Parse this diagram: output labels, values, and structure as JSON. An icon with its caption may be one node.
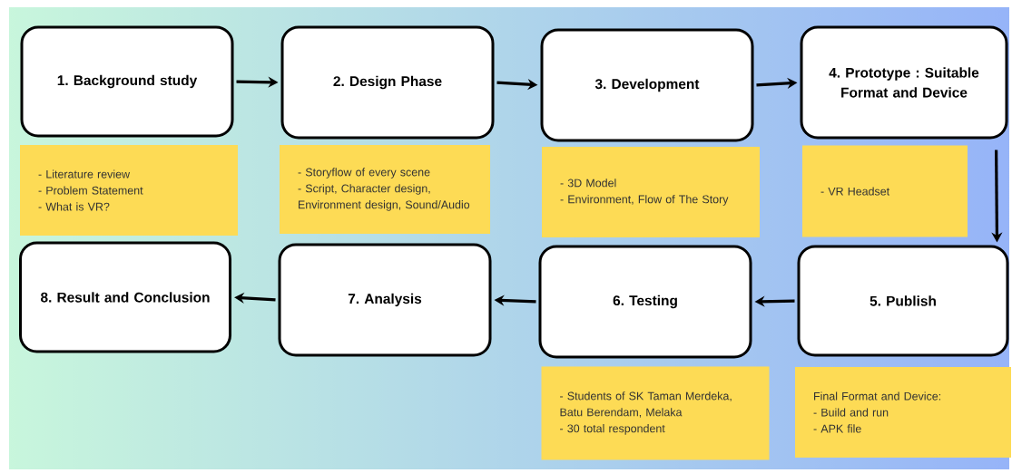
{
  "diagram": {
    "nodes": [
      {
        "text": [
          "1. Background study"
        ]
      },
      {
        "text": [
          "2. Design Phase"
        ]
      },
      {
        "text": [
          "3. Development"
        ]
      },
      {
        "text": [
          "4. Prototype : Suitable Format and Device"
        ]
      },
      {
        "text": [
          "- Literature review",
          "- Problem Statement",
          "- What is VR?"
        ]
      },
      {
        "text": [
          "- Storyflow of every scene",
          "- Script, Character design, Environment design, Sound/Audio"
        ]
      },
      {
        "text": [
          "- 3D Model",
          "- Environment, Flow of The Story"
        ]
      },
      {
        "text": [
          "- VR Headset"
        ]
      },
      {
        "text": [
          "8. Result and Conclusion"
        ]
      },
      {
        "text": [
          "7. Analysis"
        ]
      },
      {
        "text": [
          "6. Testing"
        ]
      },
      {
        "text": [
          "5. Publish"
        ]
      },
      {
        "text": [
          "- Students of SK Taman Merdeka, Batu Berendam, Melaka",
          "- 30 total respondent"
        ]
      },
      {
        "text": [
          "Final Format and Device:",
          "- Build and run",
          "- APK file"
        ]
      }
    ],
    "edges": [
      {
        "from": 0,
        "to": 1,
        "arrow": "to"
      },
      {
        "from": 1,
        "to": 2,
        "arrow": "to"
      },
      {
        "from": 2,
        "to": 3,
        "arrow": "to"
      },
      {
        "from": 3,
        "to": 11,
        "arrow": "to"
      },
      {
        "from": 11,
        "to": 10,
        "arrow": "to"
      },
      {
        "from": 10,
        "to": 9,
        "arrow": "to"
      },
      {
        "from": 9,
        "to": 8,
        "arrow": "to"
      }
    ]
  }
}
